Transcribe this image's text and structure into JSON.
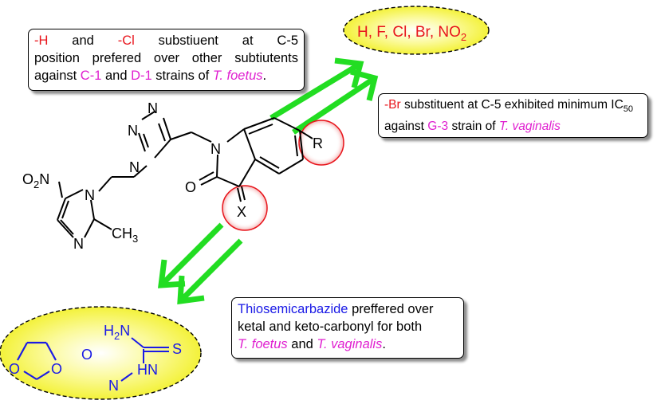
{
  "substituents_oval": {
    "items": [
      "H",
      "F",
      "Cl",
      "Br"
    ],
    "no2": "NO",
    "no2_sub": "2",
    "sep": ", "
  },
  "box_c5": {
    "l1": [
      "-H",
      " and ",
      "-Cl",
      " substiuent at C-5"
    ],
    "l2": "position prefered over other subtiutents",
    "l3_a": "against ",
    "l3_b": "C-1",
    "l3_c": " and ",
    "l3_d": "D-1",
    "l3_e": " strains of ",
    "l3_f": "T. foetus",
    "l3_g": "."
  },
  "box_br": {
    "a": "-Br",
    "b": " substituent at C-5 exhibited minimum IC",
    "sub": "50",
    "c": "against ",
    "d": "G-3",
    "e": " strain of ",
    "f": "T. vaginalis"
  },
  "box_thio": {
    "a": "Thiosemicarbazide",
    "b": " preffered over",
    "l2": "ketal and keto-carbonyl for both",
    "c": "T. foetus",
    "d": " and ",
    "e": "T. vaginalis",
    "f": "."
  },
  "molecule": {
    "o2n_o": "O",
    "o2n_sub": "2",
    "o2n_n": "N",
    "n_imid1": "N",
    "n_imid2": "N",
    "ch3": "CH",
    "ch3_sub": "3",
    "n_tri1": "N",
    "n_tri2": "N",
    "n_tri3": "N",
    "n_indole": "N",
    "o_carbonyl": "O",
    "x_label": "X",
    "r_label": "R"
  },
  "bottom_oval": {
    "o1": "O",
    "o2": "O",
    "or_word": "O",
    "h2n": "H",
    "h2n_sub": "2",
    "h2n_n": "N",
    "s": "S",
    "nh": "N",
    "hn": "H",
    "n_left": "N"
  },
  "colors": {
    "red": "#e8141b",
    "magenta": "#e020d0",
    "blue": "#1a1ae6",
    "arrow_green": "#22dd22",
    "oval_yellow": "#f5f20a"
  }
}
